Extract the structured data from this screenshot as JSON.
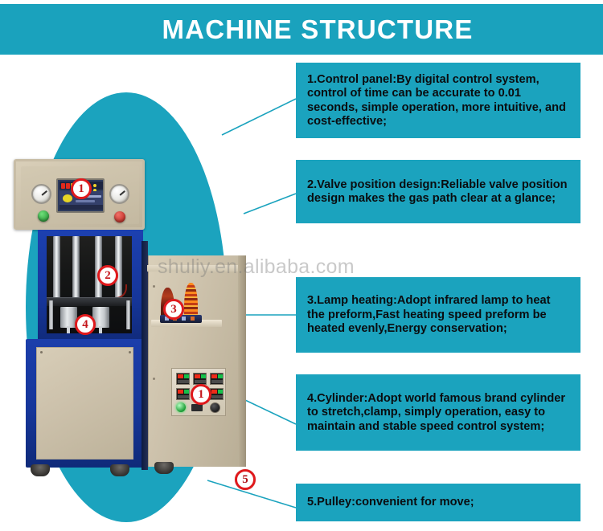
{
  "header": {
    "title": "MACHINE STRUCTURE",
    "band_color": "#1aa2bd"
  },
  "watermark": {
    "text": "shuliy.en.alibaba.com"
  },
  "theme": {
    "accent_teal": "#1ba3be",
    "badge_red": "#e0191c",
    "cabinet_blue": "#16369a",
    "cabinet_beige": "#cdc2ac",
    "text_dark": "#0a0d10"
  },
  "callouts": [
    {
      "number": "1",
      "text": "1.Control panel:By digital control system, control of time can be accurate to 0.01 seconds, simple operation, more intuitive, and cost-effective;"
    },
    {
      "number": "2",
      "text": "2.Valve position design:Reliable valve position design makes the gas path clear at a glance;"
    },
    {
      "number": "3",
      "text": "3.Lamp heating:Adopt infrared lamp to heat the preform,Fast heating speed preform be heated evenly,Energy conservation;"
    },
    {
      "number": "4",
      "text": "4.Cylinder:Adopt world famous brand cylinder to stretch,clamp, simply operation, easy to maintain and stable speed control system;"
    },
    {
      "number": "5",
      "text": "5.Pulley:convenient for move;"
    }
  ],
  "machine_badges": [
    {
      "id": "1a",
      "label": "1",
      "target": "control-panel"
    },
    {
      "id": "2",
      "label": "2",
      "target": "valve-position"
    },
    {
      "id": "3",
      "label": "3",
      "target": "infrared-lamp"
    },
    {
      "id": "4",
      "label": "4",
      "target": "cylinder"
    },
    {
      "id": "1b",
      "label": "1",
      "target": "temperature-panel"
    },
    {
      "id": "5",
      "label": "5",
      "target": "pulley"
    }
  ],
  "machine_parts": {
    "control_box": "upper-control-panel",
    "press_frame": "blue-press-frame",
    "left_cabinet": "left-blue-cabinet",
    "right_cabinet": "right-heating-cabinet",
    "lamps": "infrared-heating-lamps",
    "temp_panel": "temperature-controller-panel"
  }
}
